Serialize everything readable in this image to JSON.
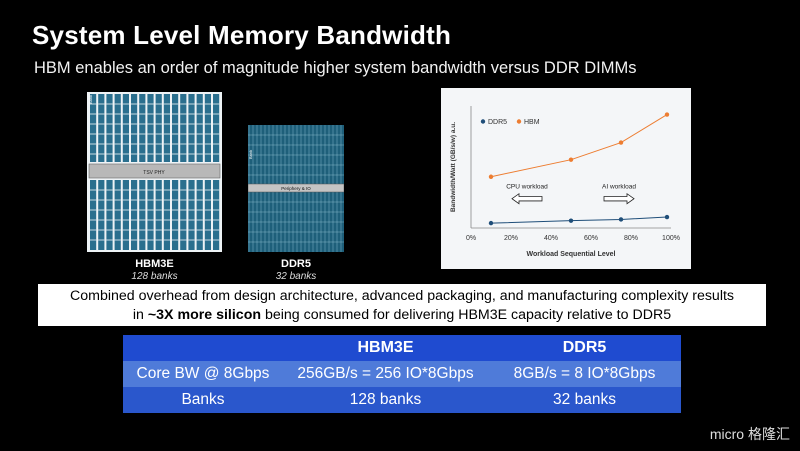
{
  "slide": {
    "title": "System Level Memory Bandwidth",
    "subtitle": "HBM enables an order of magnitude higher system bandwidth versus DDR DIMMs"
  },
  "dies": {
    "hbm": {
      "name": "HBM3E",
      "banks": "128 banks",
      "inner_label": "TSV PHY",
      "corner": "Bank"
    },
    "ddr": {
      "name": "DDR5",
      "banks": "32 banks",
      "inner_label": "Periphery & IO",
      "corner": "Bank"
    }
  },
  "chart_data": {
    "type": "line",
    "title": "",
    "xlabel": "Workload Sequential Level",
    "ylabel": "Bandwidth/Watt (GB/s/w) a.u.",
    "x_ticks": [
      "0%",
      "20%",
      "40%",
      "60%",
      "80%",
      "100%"
    ],
    "xlim": [
      0,
      100
    ],
    "ylim": [
      0,
      1
    ],
    "legend": "top-left",
    "series": [
      {
        "name": "DDR5",
        "color": "#1f4e79",
        "x": [
          10,
          50,
          75,
          98
        ],
        "y": [
          0.04,
          0.06,
          0.07,
          0.09
        ]
      },
      {
        "name": "HBM",
        "color": "#ed7d31",
        "x": [
          10,
          50,
          75,
          98
        ],
        "y": [
          0.42,
          0.56,
          0.7,
          0.93
        ]
      }
    ],
    "annotations": [
      {
        "text": "CPU workload",
        "arrow": "left",
        "x": 28,
        "y": 0.24
      },
      {
        "text": "AI workload",
        "arrow": "right",
        "x": 74,
        "y": 0.24
      }
    ]
  },
  "callout": {
    "line1": "Combined overhead from design architecture, advanced packaging, and manufacturing complexity results",
    "line2_pre": "in ",
    "line2_bold": "~3X more silicon",
    "line2_post": " being consumed for delivering HBM3E capacity relative to DDR5"
  },
  "table": {
    "headers": [
      "",
      "HBM3E",
      "DDR5"
    ],
    "rows": [
      [
        "Core BW @ 8Gbps",
        "256GB/s = 256 IO*8Gbps",
        "8GB/s = 8 IO*8Gbps"
      ],
      [
        "Banks",
        "128 banks",
        "32 banks"
      ]
    ]
  },
  "watermark": "micro 格隆汇"
}
